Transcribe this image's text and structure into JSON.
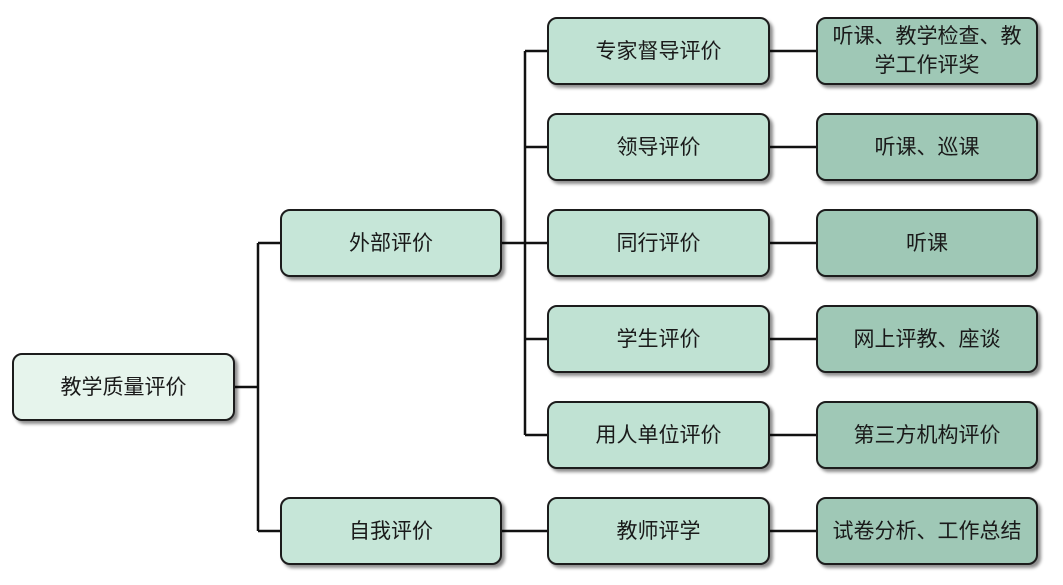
{
  "colors": {
    "root_fill": "#e6f4ec",
    "category_fill": "#c6e6d8",
    "type_fill": "#c0e2d3",
    "method_fill": "#9fc8b6",
    "border": "#1c1c1c",
    "connector": "#111111"
  },
  "root": {
    "label": "教学质量评价"
  },
  "categories": {
    "external": {
      "label": "外部评价"
    },
    "self": {
      "label": "自我评价"
    }
  },
  "evaluations": [
    {
      "label": "专家督导评价",
      "method": "听课、教学检查、教学工作评奖"
    },
    {
      "label": "领导评价",
      "method": "听课、巡课"
    },
    {
      "label": "同行评价",
      "method": "听课"
    },
    {
      "label": "学生评价",
      "method": "网上评教、座谈"
    },
    {
      "label": "用人单位评价",
      "method": "第三方机构评价"
    },
    {
      "label": "教师评学",
      "method": "试卷分析、工作总结"
    }
  ]
}
